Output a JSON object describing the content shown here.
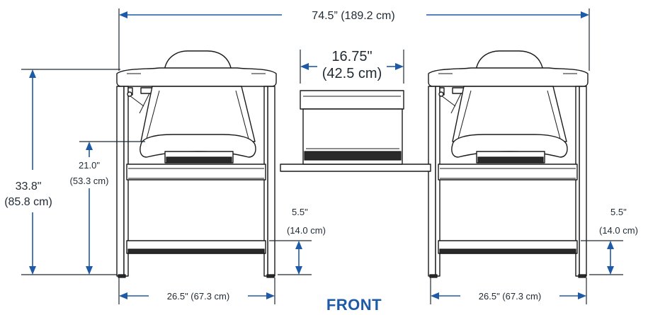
{
  "dimensions": {
    "overall_width": "74.5” (189.2 cm)",
    "cabinet_width_in": "16.75\"",
    "cabinet_width_cm": "(42.5 cm)",
    "total_height_in": "33.8\"",
    "total_height_cm": "(85.8 cm)",
    "seat_height_in": "21.0\"",
    "seat_height_cm": "(53.3 cm)",
    "clearance_left_in": "5.5\"",
    "clearance_left_cm": "(14.0 cm)",
    "clearance_right_in": "5.5\"",
    "clearance_right_cm": "(14.0 cm)",
    "chair_left_width": "26.5\" (67.3 cm)",
    "chair_right_width": "26.5\" (67.3 cm)"
  },
  "view_label": "FRONT",
  "colors": {
    "accent": "#1f5aa6",
    "line": "#1a1a1a"
  }
}
